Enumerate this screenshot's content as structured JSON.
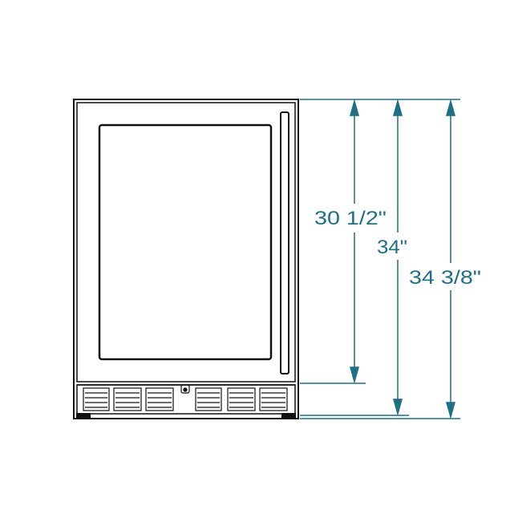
{
  "dimensions": {
    "door_height": "30 1/2\"",
    "cabinet_height": "34\"",
    "overall_height": "34 3/8\""
  },
  "colors": {
    "line": "#111111",
    "dimension": "#1f6f86"
  }
}
